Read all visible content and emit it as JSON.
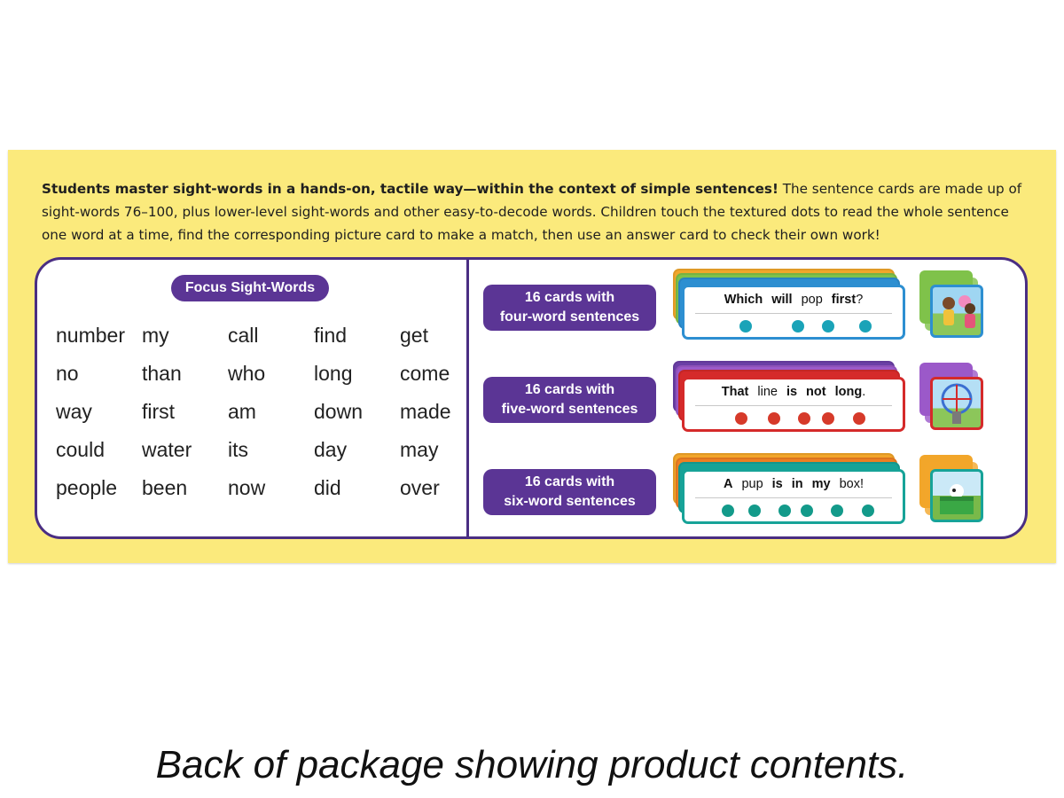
{
  "intro": {
    "bold": "Students master sight-words in a hands-on, tactile way—within the context of simple sentences!",
    "text": " The sentence cards are made up of sight-words 76–100, plus lower-level sight-words and other easy-to-decode words. Children touch the textured dots to read the whole sentence one word at a time, find the corresponding picture card to make a match, then use an answer card to check their own work!"
  },
  "focus": {
    "label": "Focus Sight-Words",
    "rows": [
      [
        "number",
        "my",
        "call",
        "find",
        "get"
      ],
      [
        "no",
        "than",
        "who",
        "long",
        "come"
      ],
      [
        "way",
        "first",
        "am",
        "down",
        "made"
      ],
      [
        "could",
        "water",
        "its",
        "day",
        "may"
      ],
      [
        "people",
        "been",
        "now",
        "did",
        "over"
      ]
    ]
  },
  "sets": [
    {
      "line1": "16 cards with",
      "line2": "four-word sentences",
      "color": "#2d8fd1",
      "words": [
        {
          "text": "Which",
          "bold": true
        },
        {
          "text": "will",
          "bold": true
        },
        {
          "text": "pop",
          "bold": false
        },
        {
          "text": "first",
          "bold": true,
          "punct": "?"
        }
      ],
      "dots": [
        0.28,
        0.52,
        0.66,
        0.83
      ],
      "dot_color": "#1aa3b8"
    },
    {
      "line1": "16 cards with",
      "line2": "five-word sentences",
      "color": "#d52a2a",
      "words": [
        {
          "text": "That",
          "bold": true
        },
        {
          "text": "line",
          "bold": false
        },
        {
          "text": "is",
          "bold": true
        },
        {
          "text": "not",
          "bold": true
        },
        {
          "text": "long",
          "bold": true,
          "punct": "."
        }
      ],
      "dots": [
        0.26,
        0.41,
        0.55,
        0.66,
        0.8
      ],
      "dot_color": "#d63a2a"
    },
    {
      "line1": "16 cards with",
      "line2": "six-word sentences",
      "color": "#17a398",
      "words": [
        {
          "text": "A",
          "bold": true
        },
        {
          "text": "pup",
          "bold": false
        },
        {
          "text": "is",
          "bold": true
        },
        {
          "text": "in",
          "bold": true
        },
        {
          "text": "my",
          "bold": true
        },
        {
          "text": "box!",
          "bold": false
        }
      ],
      "dots": [
        0.2,
        0.32,
        0.46,
        0.56,
        0.7,
        0.84
      ],
      "dot_color": "#139a8a"
    }
  ],
  "caption": "Back of package showing product contents."
}
